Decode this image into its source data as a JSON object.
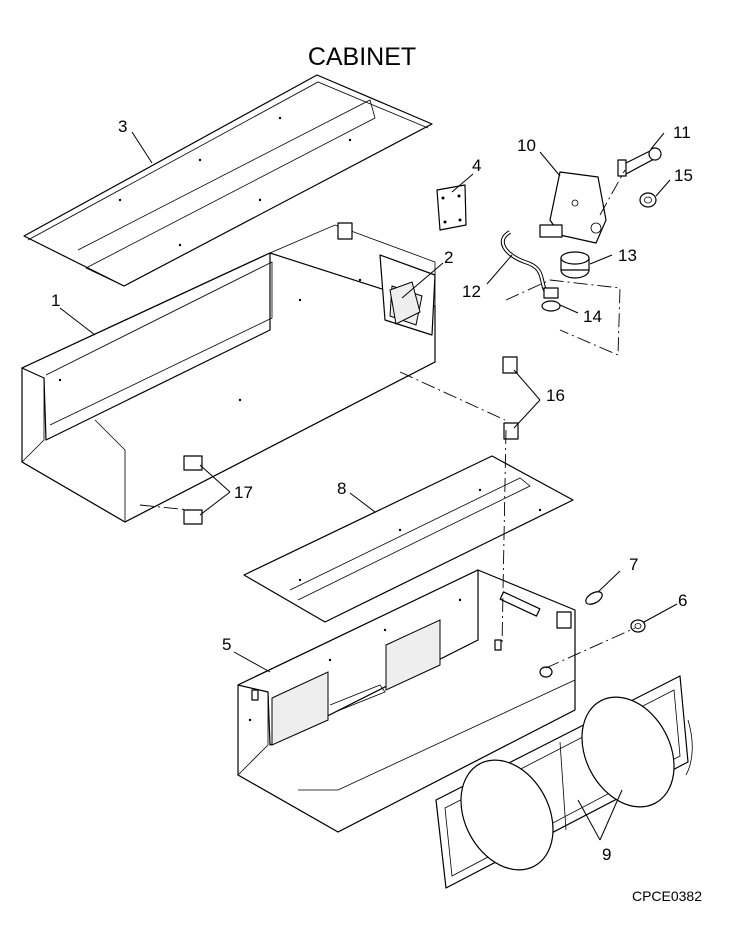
{
  "title": "CABINET",
  "drawing_code": "CPCE0382",
  "callouts": [
    "1",
    "2",
    "3",
    "4",
    "5",
    "6",
    "7",
    "8",
    "9",
    "10",
    "11",
    "12",
    "13",
    "14",
    "15",
    "16",
    "17"
  ]
}
